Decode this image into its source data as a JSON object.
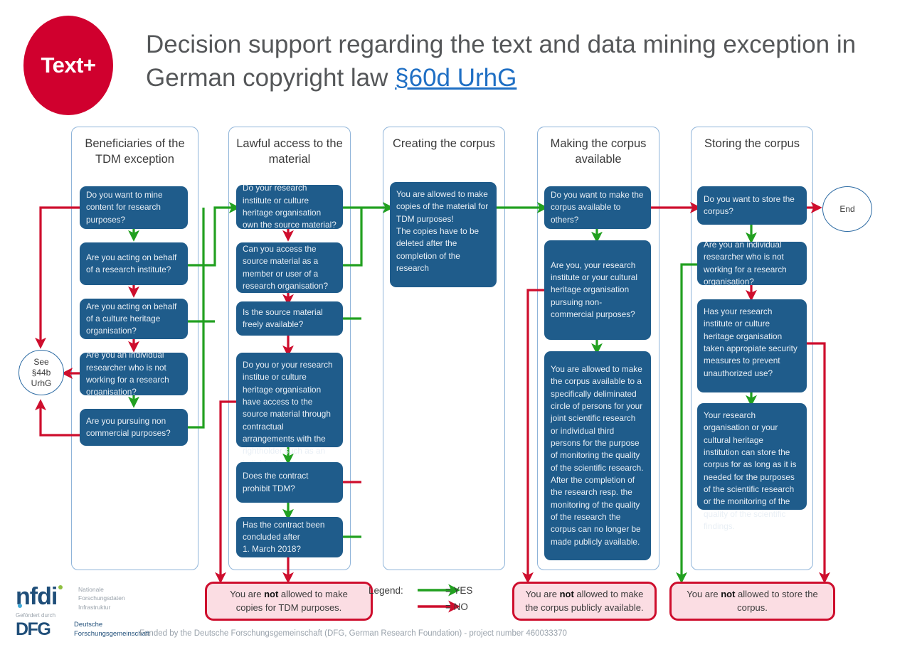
{
  "header": {
    "logo_text": "Text+",
    "title_part1": "Decision support regarding the text and data mining exception in German copyright law ",
    "title_link": "§60d UrhG",
    "brand_color": "#D0002E",
    "link_color": "#1F6FC4"
  },
  "lanes": [
    {
      "id": "beneficiaries",
      "title": "Beneficiaries of the\nTDM exception"
    },
    {
      "id": "lawful-access",
      "title": "Lawful access to\nthe material"
    },
    {
      "id": "creating-corpus",
      "title": "Creating the\ncorpus"
    },
    {
      "id": "making-available",
      "title": "Making the corpus\navailable"
    },
    {
      "id": "storing-corpus",
      "title": "Storing the corpus"
    }
  ],
  "nodes": {
    "b1": "Do you want to mine content for research purposes?",
    "b2": "Are you acting on behalf of a research institute?",
    "b3": "Are you acting on behalf of a culture heritage organisation?",
    "b4": "Are you an individual researcher who is not working for a research organisation?",
    "b5": "Are you pursuing non commercial purposes?",
    "l1": "Do your research institute or culture heritage organisation own the source material?",
    "l2": "Can you access the source material as a member or user of a research organisation?",
    "l3": "Is the source material freely available?",
    "l4": "Do you or your research institue or culture heritage organisation have access to the source material through contractual arrangements with the rightholder such as an individual licence agree-ment or a subscription?",
    "l5": "Does the contract prohibit TDM?",
    "l6": "Has the contract been concluded after\n1. March 2018?",
    "c1": "You are allowed to make copies of the material for TDM purposes!\nThe copies have to be deleted after the completion of the research",
    "m1": "Do you want to make the corpus available to others?",
    "m2": "Are you, your research institute or your cultural heritage organisation pursuing non-commercial purposes?",
    "m3": "You are allowed to make the corpus available to a specifically deliminated circle of persons for your joint scientific research or individual third persons for the purpose of monitoring the quality of the scientific research. After the completion of the research resp. the monitoring of the quality of the research the corpus can no longer be made publicly available.",
    "s1": "Do you want to store the corpus?",
    "s2": "Are you an individual researcher who is not working for a research organisation?",
    "s3": "Has your research institute or culture heritage organisation taken appropiate security measures to prevent unauthorized use?",
    "s4": "Your research organisation or your cultural heritage institution can store the corpus for as long as it is needed for the purposes of the scientific research or the monitoring of the quality of the scientific findings."
  },
  "terminators": {
    "see_44b": "See\n§44b\nUrhG",
    "end": "End"
  },
  "results": {
    "no_copies": {
      "before": "You are ",
      "bold": "not",
      "after": " allowed to make copies for TDM purposes."
    },
    "no_public": {
      "before": "You are ",
      "bold": "not",
      "after": " allowed to make the corpus publicly available."
    },
    "no_store": {
      "before": "You are ",
      "bold": "not",
      "after": " allowed to store the corpus."
    }
  },
  "legend": {
    "label": "Legend:",
    "yes": "= YES",
    "no": "= NO",
    "yes_color": "#22A020",
    "no_color": "#CE0E2D"
  },
  "footer": {
    "nfdi_word": "nfdi",
    "nfdi_sub": "Nationale\nForschungsdaten\nInfrastruktur",
    "dfg_gefoerdert": "Gefördert durch",
    "dfg_word": "DFG",
    "dfg_sub": "Deutsche\nForschungsgemeinschaft",
    "funding_note": "Funded by the Deutsche Forschungsgemeinschaft (DFG, German Research Foundation) - project number 460033370"
  }
}
